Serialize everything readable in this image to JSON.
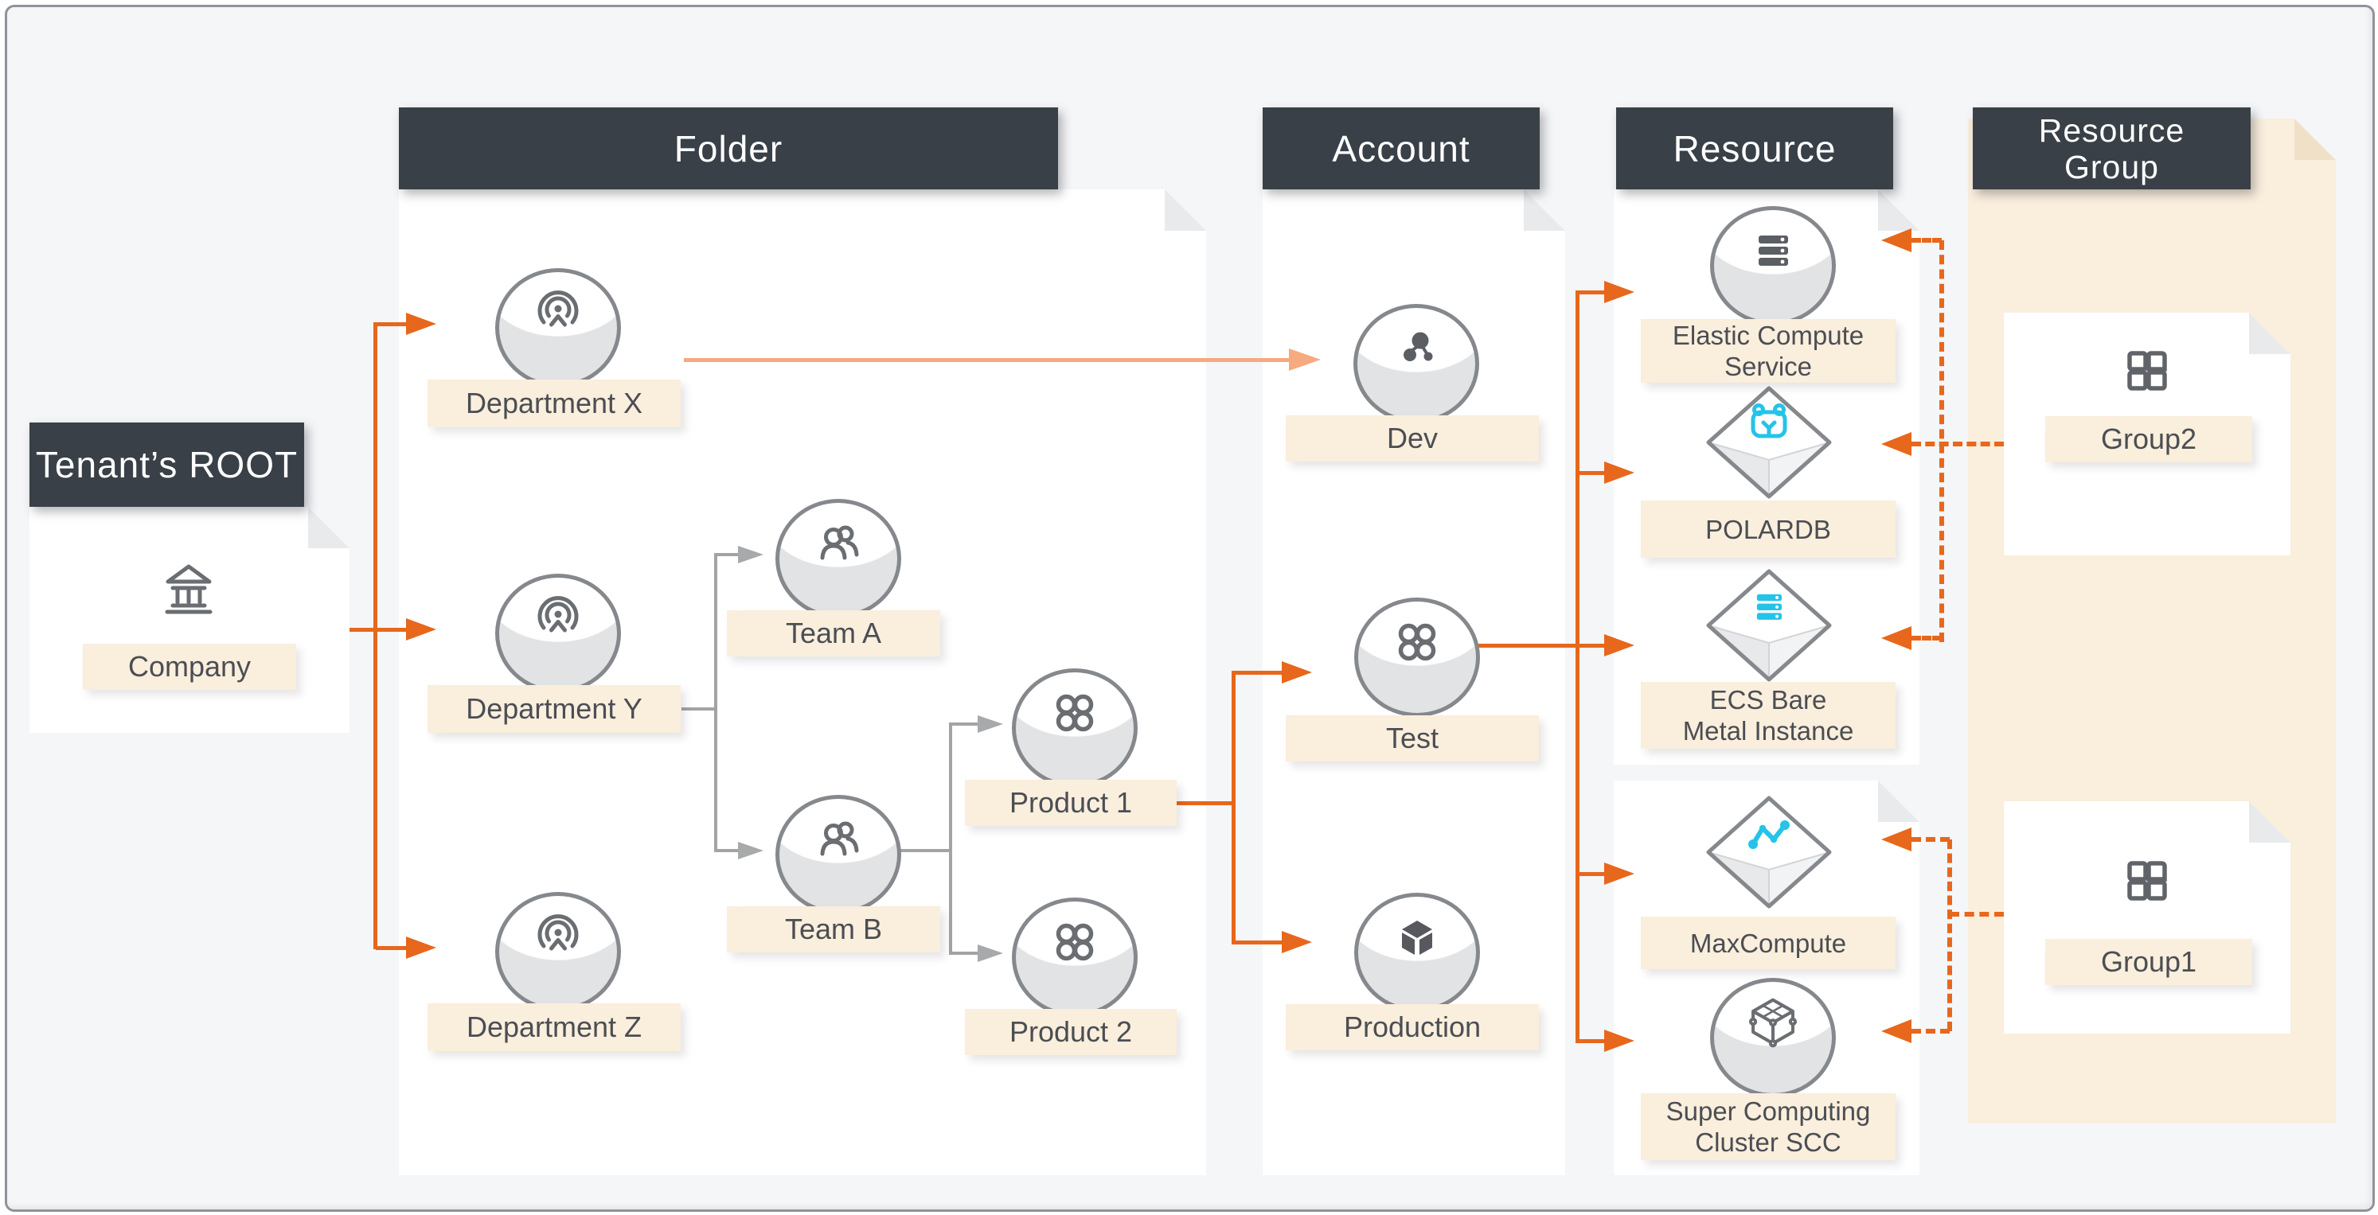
{
  "panels": {
    "root": {
      "title": "Tenant’s ROOT"
    },
    "folder": {
      "title": "Folder"
    },
    "account": {
      "title": "Account"
    },
    "resource": {
      "title": "Resource"
    },
    "resource_group": {
      "title": "Resource\nGroup"
    }
  },
  "nodes": {
    "company": {
      "label": "Company",
      "icon": "bank-icon"
    },
    "dept_x": {
      "label": "Department X",
      "icon": "broadcast-icon"
    },
    "dept_y": {
      "label": "Department Y",
      "icon": "broadcast-icon"
    },
    "dept_z": {
      "label": "Department Z",
      "icon": "broadcast-icon"
    },
    "team_a": {
      "label": "Team A",
      "icon": "people-icon"
    },
    "team_b": {
      "label": "Team B",
      "icon": "people-icon"
    },
    "product_1": {
      "label": "Product 1",
      "icon": "clover-icon"
    },
    "product_2": {
      "label": "Product 2",
      "icon": "clover-icon"
    },
    "dev": {
      "label": "Dev",
      "icon": "molecule-icon"
    },
    "test": {
      "label": "Test",
      "icon": "clover-icon"
    },
    "production": {
      "label": "Production",
      "icon": "cube-icon"
    },
    "ecs": {
      "label": "Elastic Compute\nService",
      "icon": "server-icon"
    },
    "polardb": {
      "label": "POLARDB",
      "icon": "polardb-icon"
    },
    "ecs_bare": {
      "label": "ECS Bare\nMetal Instance",
      "icon": "server-cyan-icon"
    },
    "maxcompute": {
      "label": "MaxCompute",
      "icon": "graph-icon"
    },
    "scc": {
      "label": "Super Computing\nCluster SCC",
      "icon": "lattice-cube-icon"
    },
    "group2": {
      "label": "Group2",
      "icon": "grid-icon"
    },
    "group1": {
      "label": "Group1",
      "icon": "grid-icon"
    }
  },
  "colors": {
    "accent_orange": "#e7671c",
    "light_orange": "#f5aa80",
    "header_dark": "#394047",
    "peach": "#faeedd",
    "cyan": "#25c3e8",
    "background": "#f5f6f8",
    "line_gray": "#a2a3a5"
  }
}
